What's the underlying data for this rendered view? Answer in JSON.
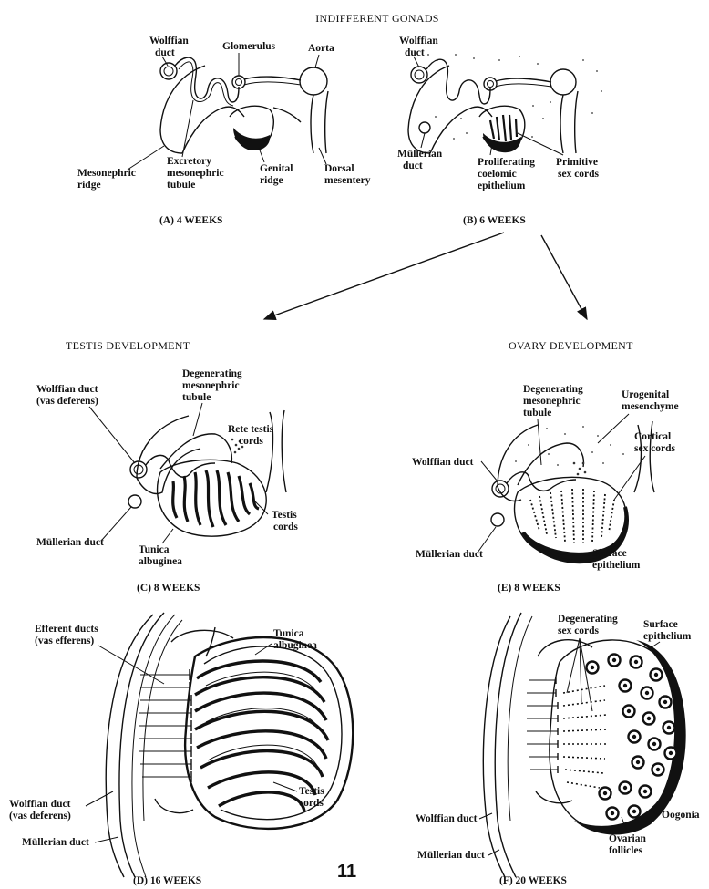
{
  "header": {
    "title": "INDIFFERENT GONADS"
  },
  "sections": {
    "testis": "TESTIS DEVELOPMENT",
    "ovary": "OVARY DEVELOPMENT"
  },
  "panels": {
    "A": {
      "caption": "(A)   4 WEEKS",
      "labels": [
        "Wolffian",
        "duct",
        "Glomerulus",
        "Aorta",
        "Mesonephric",
        "ridge",
        "Excretory",
        "mesonephric",
        "tubule",
        "Genital",
        "ridge",
        "Dorsal",
        "mesentery"
      ]
    },
    "B": {
      "caption": "(B)   6 WEEKS",
      "labels": [
        "Wolffian",
        "duct",
        "Müllerian",
        "duct",
        "Proliferating",
        "coelomic",
        "epithelium",
        "Primitive",
        "sex cords"
      ]
    },
    "C": {
      "caption": "(C)   8 WEEKS",
      "labels": [
        "Wolffian duct",
        "(vas deferens)",
        "Degenerating",
        "mesonephric",
        "tubule",
        "Rete testis",
        "cords",
        "Testis",
        "cords",
        "Müllerian duct",
        "Tunica",
        "albuginea"
      ]
    },
    "E": {
      "caption": "(E)   8 WEEKS",
      "labels": [
        "Degenerating",
        "mesonephric",
        "tubule",
        "Urogenital",
        "mesenchyme",
        "Wolffian duct",
        "Cortical",
        "sex cords",
        "Müllerian duct",
        "Surface",
        "epithelium"
      ]
    },
    "D": {
      "caption": "(D)   16 WEEKS",
      "labels": [
        "Efferent ducts",
        "(vas efferens)",
        "Tunica",
        "albuginea",
        "Testis",
        "cords",
        "Wolffian duct",
        "(vas deferens)",
        "Müllerian duct"
      ]
    },
    "F": {
      "caption": "(F)   20 WEEKS",
      "labels": [
        "Degenerating",
        "sex cords",
        "Surface",
        "epithelium",
        "Oogonia",
        "Ovarian",
        "follicles",
        "Wolffian duct",
        "Müllerian duct"
      ]
    }
  },
  "page_number": "11"
}
